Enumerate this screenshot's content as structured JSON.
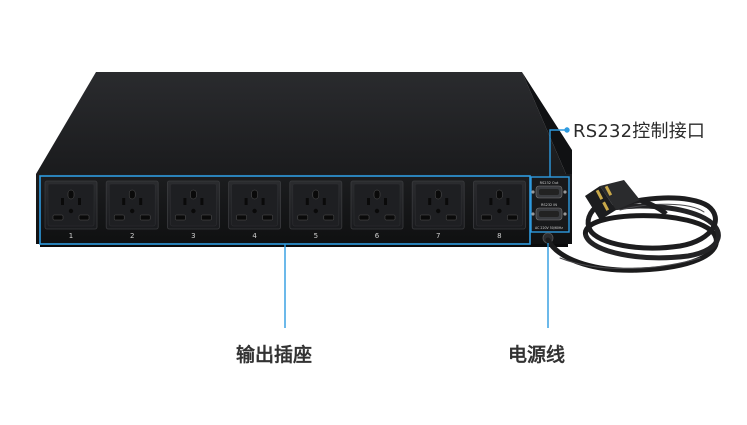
{
  "labels": {
    "rs232": "RS232控制接口",
    "outlets": "输出插座",
    "power_cord": "电源线"
  },
  "panel": {
    "outlet_numbers": [
      "1",
      "2",
      "3",
      "4",
      "5",
      "6",
      "7",
      "8"
    ],
    "port_out": "RS232 Out",
    "port_in": "RS232 IN",
    "power_rating": "AC 220V 50/60Hz"
  },
  "colors": {
    "callout": "#2e9be0",
    "chassis": "#1e1f21",
    "panel": "#151618",
    "label_text": "#333333"
  }
}
